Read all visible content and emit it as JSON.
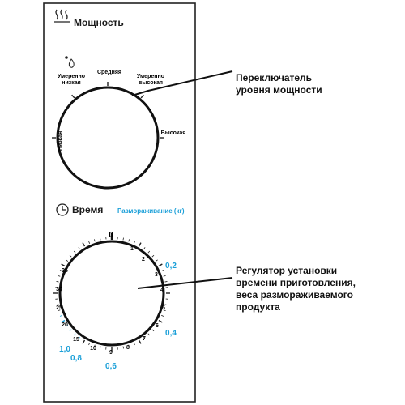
{
  "power": {
    "heading": "Мощность",
    "levels": {
      "low": "Низкая",
      "moderately_low_1": "Умеренно",
      "moderately_low_2": "низкая",
      "medium": "Средняя",
      "moderately_high_1": "Умеренно",
      "moderately_high_2": "высокая",
      "high": "Высокая"
    },
    "callout": [
      "Переключатель",
      "уровня мощности"
    ]
  },
  "time": {
    "heading": "Время",
    "defrost_label": "Размораживание (кг)",
    "minute_ticks": [
      "0",
      "1",
      "2",
      "3",
      "4",
      "5",
      "6",
      "7",
      "8",
      "9",
      "10",
      "15",
      "20",
      "25",
      "30",
      "35"
    ],
    "defrost_ticks": [
      "0,2",
      "0,4",
      "0,6",
      "0,8",
      "1,0"
    ],
    "callout": [
      "Регулятор установки",
      "времени приготовления,",
      "веса размораживаемого",
      "продукта"
    ]
  },
  "colors": {
    "defrost_blue": "#1a9fd8",
    "ink": "#1a1a1a"
  },
  "icons": {
    "power": "steam-waves-icon",
    "defrost": "droplet-icon",
    "time": "clock-icon"
  }
}
